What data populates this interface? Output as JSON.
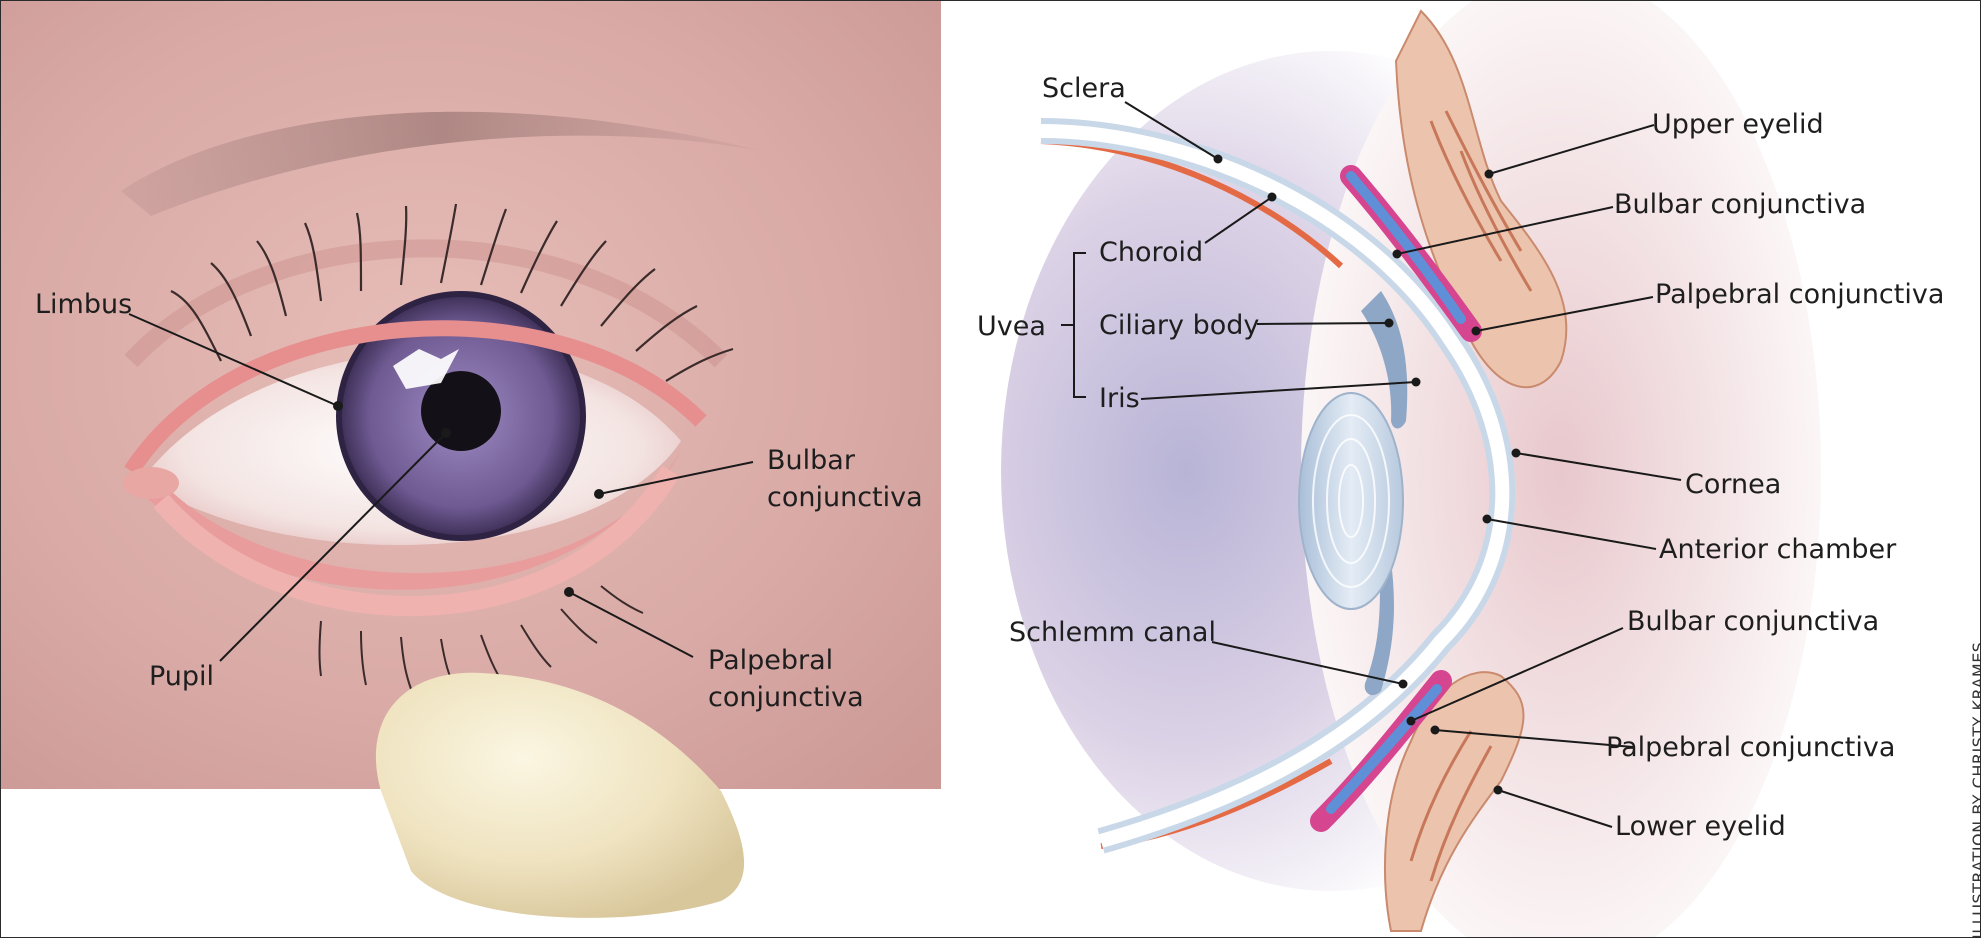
{
  "left_panel": {
    "labels": {
      "limbus": "Limbus",
      "pupil": "Pupil",
      "bulbar_1": "Bulbar",
      "bulbar_2": "conjunctiva",
      "palpebral_1": "Palpebral",
      "palpebral_2": "conjunctiva"
    }
  },
  "right_panel": {
    "labels": {
      "sclera": "Sclera",
      "choroid": "Choroid",
      "uvea": "Uvea",
      "ciliary_body": "Ciliary body",
      "iris": "Iris",
      "schlemm_canal": "Schlemm canal",
      "upper_eyelid": "Upper eyelid",
      "bulbar_upper": "Bulbar conjunctiva",
      "palpebral_upper": "Palpebral conjunctiva",
      "cornea": "Cornea",
      "anterior_chamber": "Anterior chamber",
      "bulbar_lower": "Bulbar conjunctiva",
      "palpebral_lower": "Palpebral conjunctiva",
      "lower_eyelid": "Lower eyelid"
    }
  },
  "credit": "ILLUSTRATION BY CHRISTY KRAMES",
  "colors": {
    "skin": "#d9aaa6",
    "iris": "#6f5a92",
    "sclera_band": "#c9d8e8",
    "choroid": "#e46a45",
    "conjunctiva_magenta": "#d6458f",
    "conjunctiva_blue": "#5f8fd6",
    "lens": "#c8d6e6",
    "eyelid": "#ecc3ac"
  }
}
